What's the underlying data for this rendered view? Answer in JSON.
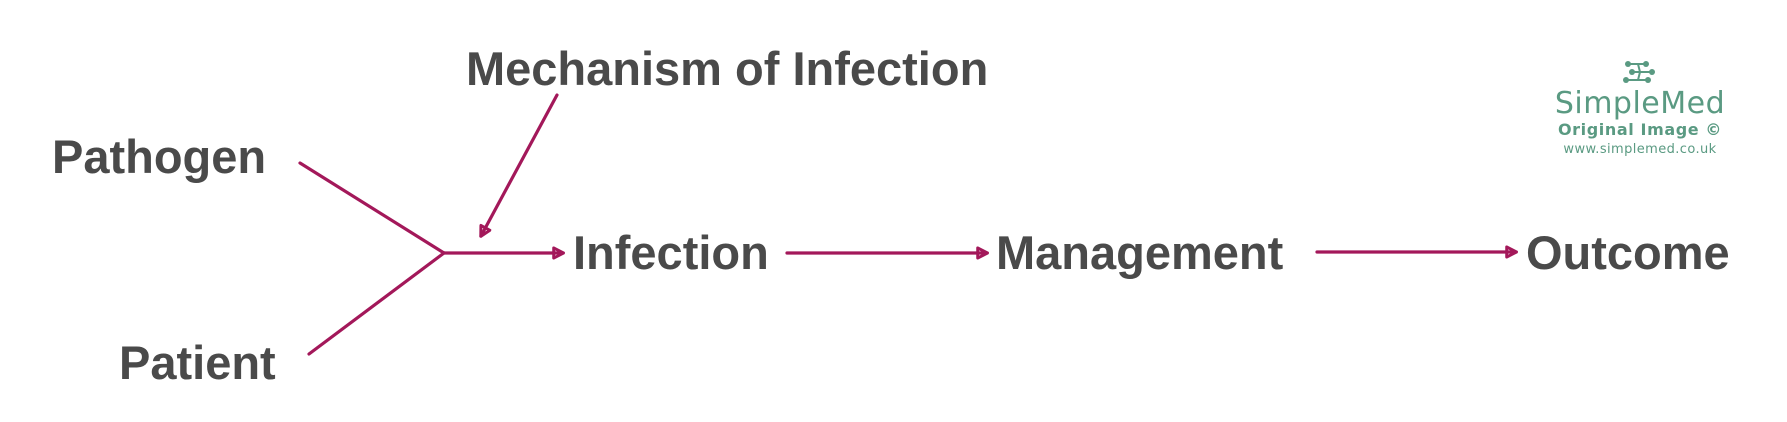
{
  "colors": {
    "text": "#4a4a4a",
    "arrow": "#a3185a",
    "brand": "#5a9a82"
  },
  "nodes": {
    "mechanism": "Mechanism of Infection",
    "pathogen": "Pathogen",
    "patient": "Patient",
    "infection": "Infection",
    "management": "Management",
    "outcome": "Outcome"
  },
  "watermark": {
    "name": "SimpleMed",
    "subtitle": "Original Image ©",
    "url": "www.simplemed.co.uk",
    "icon": "molecule-icon"
  }
}
